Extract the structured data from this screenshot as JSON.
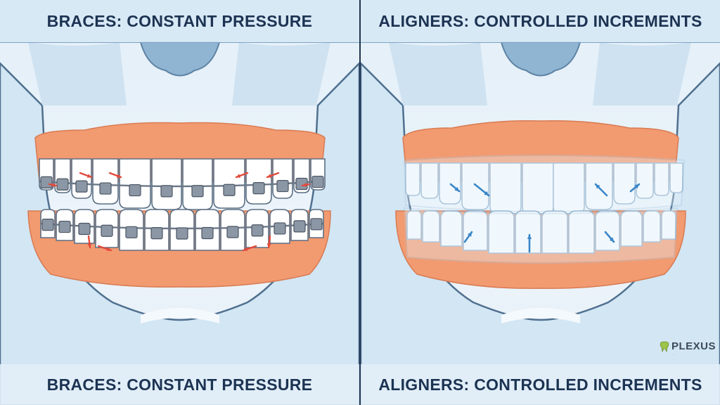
{
  "left_panel": {
    "header_title": "BRACES: CONSTANT PRESSURE",
    "footer_title": "BRACES: CONSTANT PRESSURE"
  },
  "right_panel": {
    "header_title": "ALIGNERS: CONTROLLED INCREMENTS",
    "footer_title": "ALIGNERS: CONTROLLED INCREMENTS"
  },
  "brand": {
    "name": "PLEXUS",
    "tagline": "...",
    "icon": "tooth-logo-icon"
  },
  "colors": {
    "heading": "#1c3352",
    "gum": "#f29a70",
    "bone": "#cfe4f3",
    "bracket": "#8c97a6",
    "pressure_arrow": "#e2493b",
    "movement_arrow": "#3a86c8",
    "aligner": "#e8f4fc"
  },
  "icons": {
    "pressure_arrow": "red-pressure-arrow-icon",
    "movement_arrow": "blue-movement-arrow-icon"
  }
}
